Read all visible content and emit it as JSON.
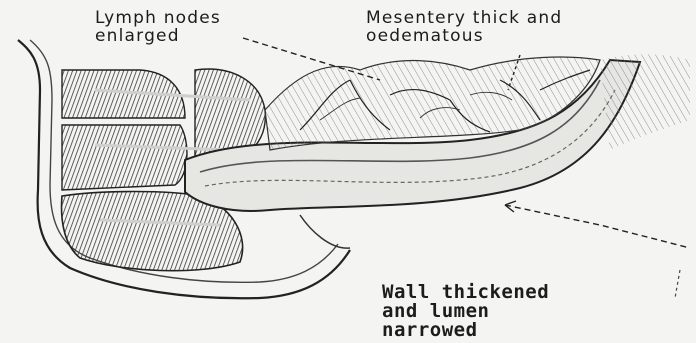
{
  "labels": {
    "lymph_nodes": "Lymph nodes\nenlarged",
    "mesentery": "Mesentery thick and\noedematous",
    "wall": "Wall thickened\nand lumen\nnarrowed"
  }
}
